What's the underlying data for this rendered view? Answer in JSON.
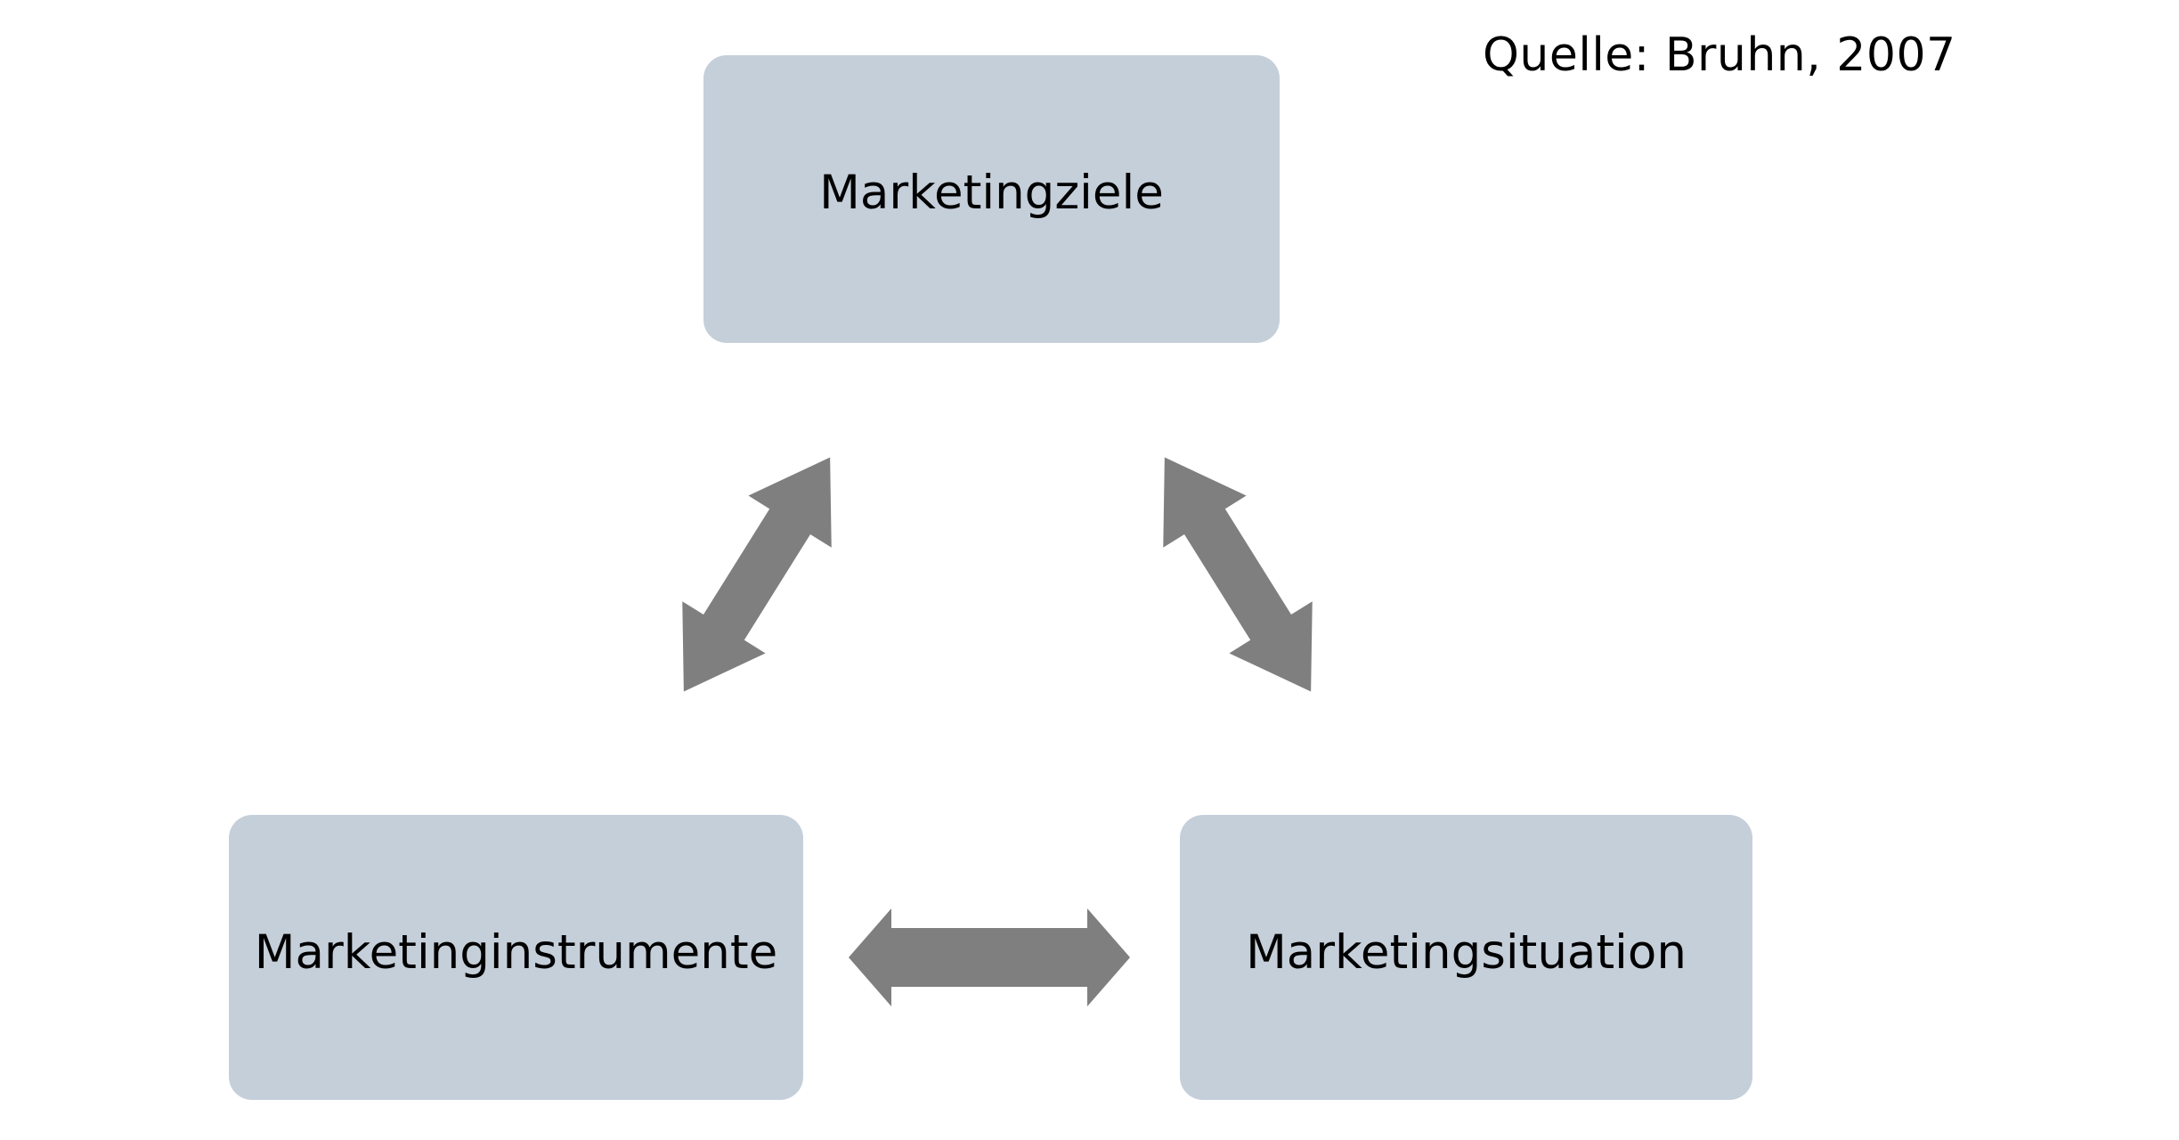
{
  "diagram": {
    "type": "triangular-relationship-model",
    "title": "",
    "citation": "Quelle: Bruhn, 2007",
    "colors": {
      "node_fill": "#c5cfda",
      "arrow_fill": "#7f7f7f",
      "text": "#000000",
      "background": "#ffffff"
    },
    "nodes": [
      {
        "id": "ziele",
        "label": "Marketingziele",
        "position": "top"
      },
      {
        "id": "instrumente",
        "label": "Marketinginstrumente",
        "position": "bottom-left"
      },
      {
        "id": "situation",
        "label": "Marketingsituation",
        "position": "bottom-right"
      }
    ],
    "connections": [
      {
        "id": "left-diagonal",
        "from": "instrumente",
        "to": "ziele",
        "style": "double-headed-arrow",
        "orientation": "diagonal-up-right"
      },
      {
        "id": "right-diagonal",
        "from": "ziele",
        "to": "situation",
        "style": "double-headed-arrow",
        "orientation": "diagonal-down-right"
      },
      {
        "id": "horizontal",
        "from": "instrumente",
        "to": "situation",
        "style": "double-headed-arrow",
        "orientation": "horizontal"
      }
    ]
  }
}
